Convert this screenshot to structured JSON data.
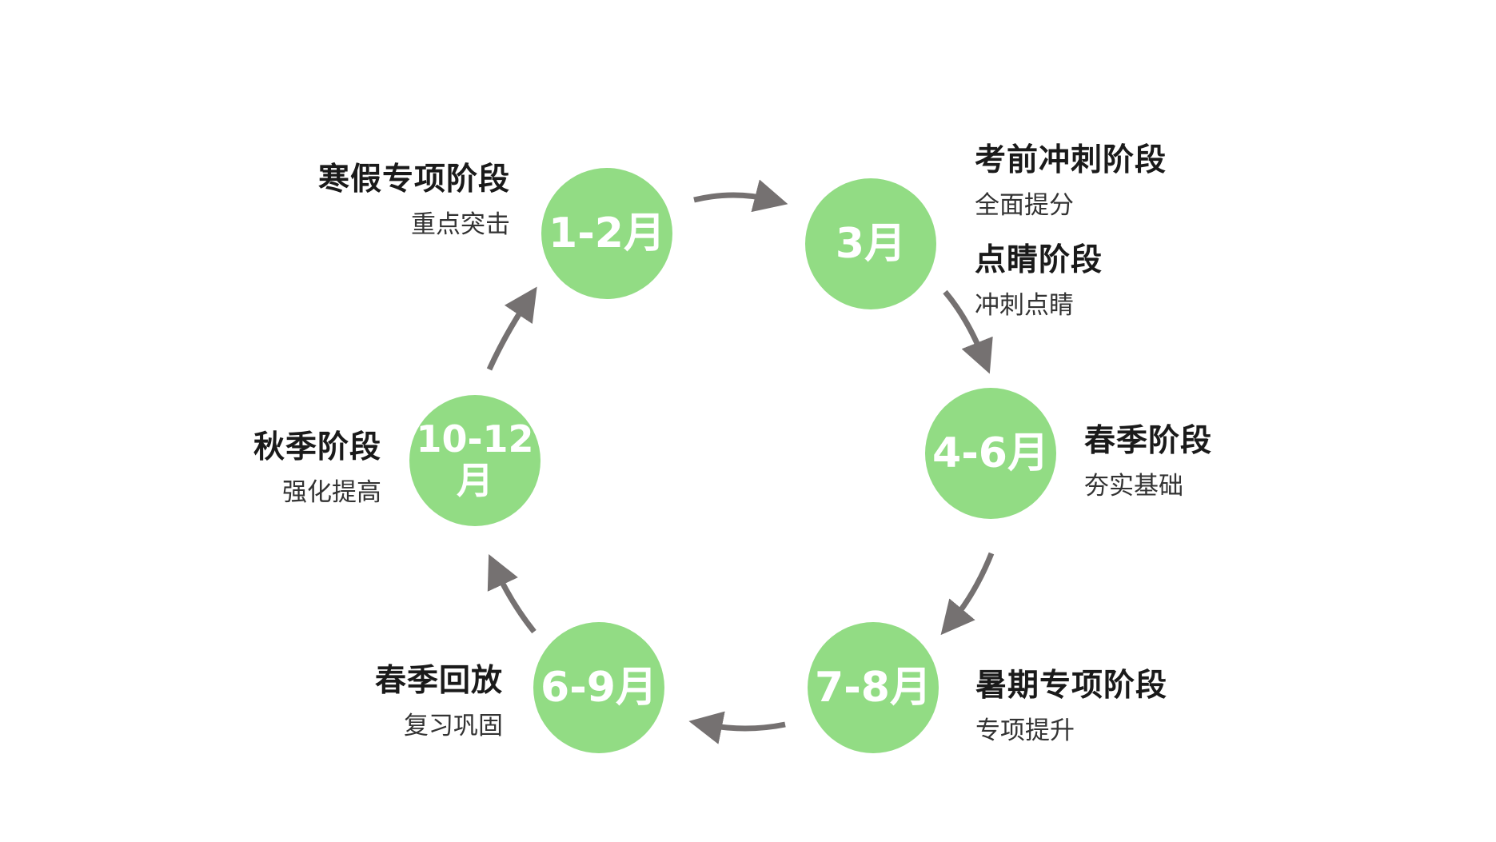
{
  "stages": [
    {
      "id": "jan-feb",
      "period": "1-2月",
      "titles": [
        "寒假专项阶段"
      ],
      "subs": [
        "重点突击"
      ]
    },
    {
      "id": "mar",
      "period": "3月",
      "titles": [
        "考前冲刺阶段",
        "点睛阶段"
      ],
      "subs": [
        "全面提分",
        "冲刺点睛"
      ]
    },
    {
      "id": "apr-jun",
      "period": "4-6月",
      "titles": [
        "春季阶段"
      ],
      "subs": [
        "夯实基础"
      ]
    },
    {
      "id": "jul-aug",
      "period": "7-8月",
      "titles": [
        "暑期专项阶段"
      ],
      "subs": [
        "专项提升"
      ]
    },
    {
      "id": "jun-sep",
      "period": "6-9月",
      "titles": [
        "春季回放"
      ],
      "subs": [
        "复习巩固"
      ]
    },
    {
      "id": "oct-dec",
      "period": "10-12月",
      "titles": [
        "秋季阶段"
      ],
      "subs": [
        "强化提高"
      ]
    }
  ],
  "colors": {
    "node_fill": "#92dc84",
    "node_text": "#ffffff",
    "arrow": "#757171"
  }
}
